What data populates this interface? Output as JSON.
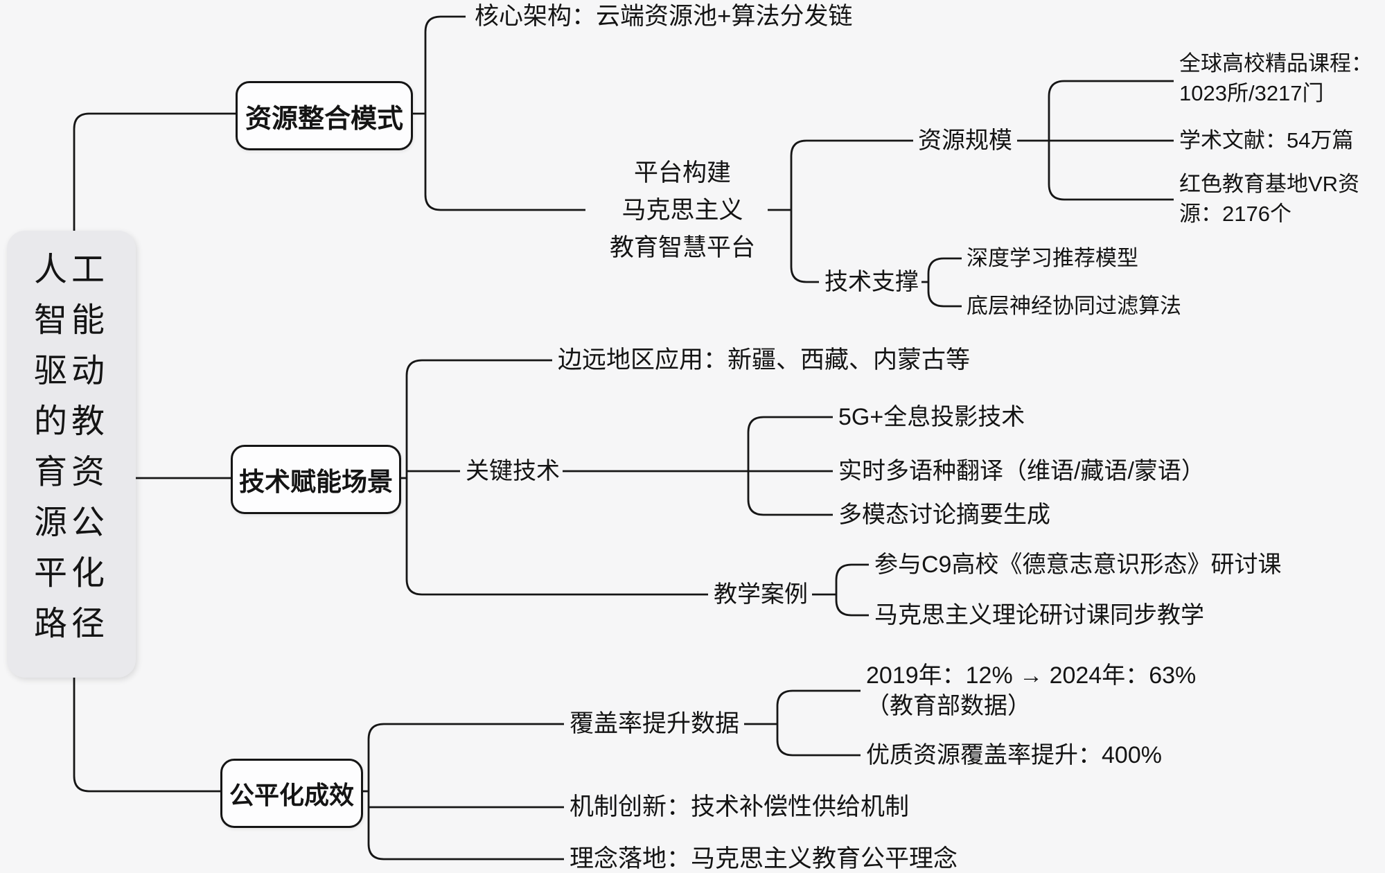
{
  "title": "人工智能驱动的教育资源公平化路径",
  "root": {
    "lines": [
      "人工",
      "智能",
      "驱动",
      "的教",
      "育资",
      "源公",
      "平化",
      "路径"
    ]
  },
  "branch1": {
    "label": "资源整合模式",
    "core": "核心架构：云端资源池+算法分发链",
    "platform": {
      "l1": "平台构建",
      "l2": "马克思主义",
      "l3": "教育智慧平台"
    },
    "scale": {
      "label": "资源规模",
      "courses_l1": "全球高校精品课程：",
      "courses_l2": "1023所/3217门",
      "papers": "学术文献：54万篇",
      "vr_l1": "红色教育基地VR资",
      "vr_l2": "源：2176个"
    },
    "tech": {
      "label": "技术支撑",
      "model": "深度学习推荐模型",
      "algo": "底层神经协同过滤算法"
    }
  },
  "branch2": {
    "label": "技术赋能场景",
    "remote": "边远地区应用：新疆、西藏、内蒙古等",
    "key_tech": {
      "label": "关键技术",
      "t1": "5G+全息投影技术",
      "t2": "实时多语种翻译（维语/藏语/蒙语）",
      "t3": "多模态讨论摘要生成"
    },
    "cases": {
      "label": "教学案例",
      "c1": "参与C9高校《德意志意识形态》研讨课",
      "c2": "马克思主义理论研讨课同步教学"
    }
  },
  "branch3": {
    "label": "公平化成效",
    "coverage": {
      "label": "覆盖率提升数据",
      "d1_l1": "2019年：12% → 2024年：63%",
      "d1_l2": "（教育部数据）",
      "d2": "优质资源覆盖率提升：400%"
    },
    "mechanism": "机制创新：技术补偿性供给机制",
    "concept": "理念落地：马克思主义教育公平理念"
  },
  "colors": {
    "line": "#161616",
    "root_fill": "#e9e9ec",
    "node_fill": "#fdfdfe",
    "background": "#f6f6f7"
  }
}
